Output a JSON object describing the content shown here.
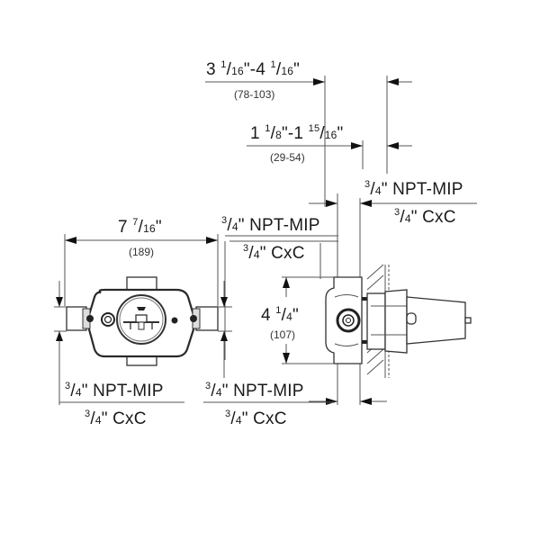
{
  "diagram": {
    "title": "Valve rough-in dimensions",
    "views": [
      "front-view",
      "side-view"
    ],
    "colors": {
      "line": "#555555",
      "outline": "#2a2a2a",
      "text": "#1a1a1a",
      "background": "#ffffff"
    }
  },
  "dimensions": {
    "top_depth": {
      "whole": "3",
      "num1": "1",
      "den1": "16",
      "sep": "\"-4 ",
      "num2": "1",
      "den2": "16",
      "end": "\"",
      "metric": "(78-103)"
    },
    "mid_depth": {
      "whole": "1",
      "num1": "1",
      "den1": "8",
      "sep": "\"-1 ",
      "num2": "15",
      "den2": "16",
      "end": "\"",
      "metric": "(29-54)"
    },
    "width": {
      "whole": "7",
      "num": "7",
      "den": "16",
      "end": "\"",
      "metric": "(189)"
    },
    "height": {
      "whole": "4",
      "num": "1",
      "den": "4",
      "end": "\"",
      "metric": "(107)"
    }
  },
  "connections": {
    "top_right": {
      "num": "3",
      "den": "4",
      "npt": "\" NPT-MIP",
      "cxc": "\" CxC"
    },
    "middle": {
      "num": "3",
      "den": "4",
      "npt": "\" NPT-MIP",
      "cxc": "\" CxC"
    },
    "bottom_left": {
      "num": "3",
      "den": "4",
      "npt": "\" NPT-MIP",
      "cxc": "\" CxC"
    },
    "bottom_middle": {
      "num": "3",
      "den": "4",
      "npt": "\" NPT-MIP",
      "cxc": "\" CxC"
    }
  }
}
